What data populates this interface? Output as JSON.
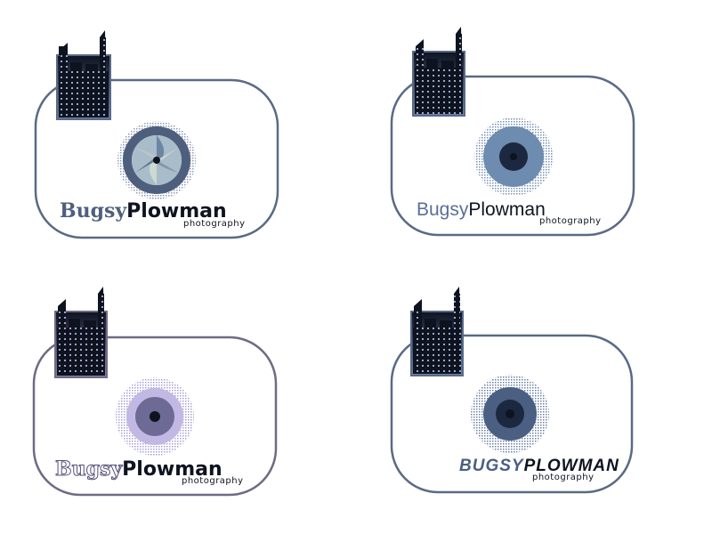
{
  "logos": [
    {
      "brand_part1": "Bugsy",
      "brand_part2": "Plowman",
      "tagline": "photography",
      "colors": {
        "outline": "#5a6a85",
        "accent": "#4e5f7e",
        "dark": "#0e1320"
      }
    },
    {
      "brand_part1": "Bugsy",
      "brand_part2": "Plowman",
      "tagline": "photography",
      "colors": {
        "outline": "#5a6a85",
        "accent": "#6e8bb0",
        "dark": "#0e1320"
      }
    },
    {
      "brand_part1": "Bugsy",
      "brand_part2": "Plowman",
      "tagline": "photography",
      "colors": {
        "outline": "#6f6a85",
        "accent": "#9a8fc8",
        "dark": "#0e1320"
      }
    },
    {
      "brand_part1": "BUGSY",
      "brand_part2": "PLOWMAN",
      "tagline": "photography",
      "colors": {
        "outline": "#5a6a85",
        "accent": "#4a5f82",
        "dark": "#0e1320"
      }
    }
  ]
}
